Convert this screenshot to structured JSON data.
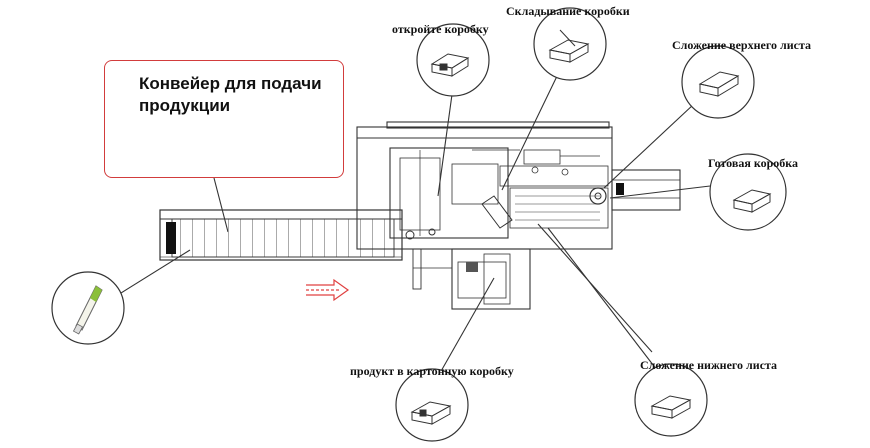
{
  "labels": {
    "open_box": "откройте коробку",
    "fold_box": "Складывание коробки",
    "top_sheet": "Сложение верхнего листа",
    "finished_box": "Готовая коробка",
    "product_into_box": "продукт в картонную коробку",
    "bottom_sheet": "Сложение нижнего листа"
  },
  "callout": {
    "line1": "Конвейер для подачи",
    "line2": "продукции"
  },
  "colors": {
    "callout_border": "#d23c3c",
    "arrow": "#e04040",
    "line": "#333333"
  }
}
